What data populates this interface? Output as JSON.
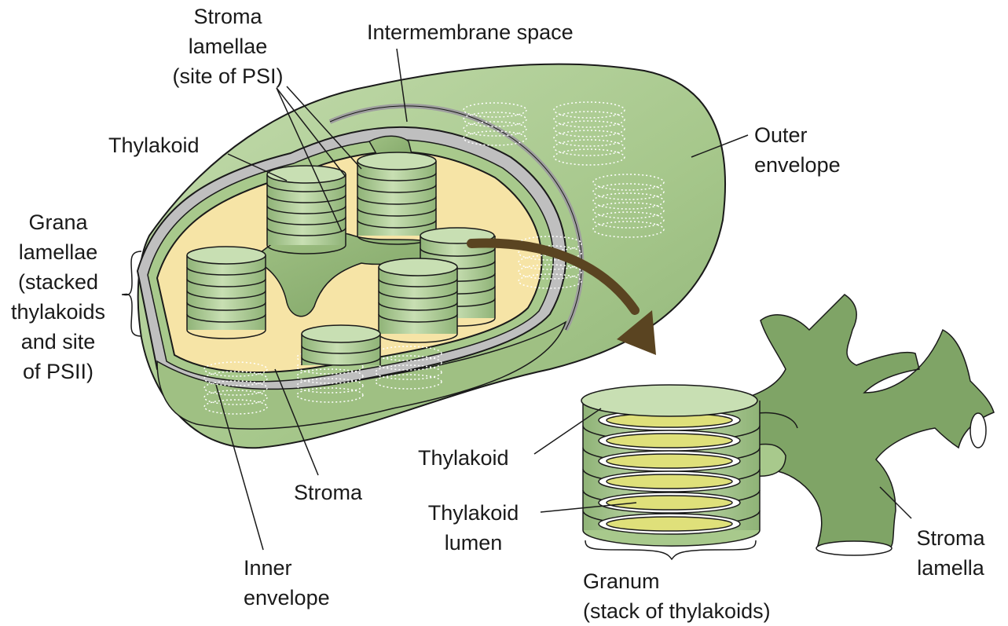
{
  "labels": {
    "stroma_lamellae": [
      "Stroma",
      "lamellae",
      "(site of PSI)"
    ],
    "intermembrane_space": "Intermembrane space",
    "thylakoid_top": "Thylakoid",
    "outer_envelope": [
      "Outer",
      "envelope"
    ],
    "grana_lamellae": [
      "Grana",
      "lamellae",
      "(stacked",
      "thylakoids",
      "and site",
      "of PSII)"
    ],
    "stroma": "Stroma",
    "inner_envelope": [
      "Inner",
      "envelope"
    ],
    "thylakoid_detail": "Thylakoid",
    "thylakoid_lumen": [
      "Thylakoid",
      "lumen"
    ],
    "granum": [
      "Granum",
      "(stack of thylakoids)"
    ],
    "stroma_lamella": [
      "Stroma",
      "lamella"
    ]
  },
  "colors": {
    "envelope_green": "#a8c98c",
    "dark_green": "#7a9e63",
    "stroma_yellow": "#f6e4a6",
    "lumen_yellow": "#dfe07a",
    "arrow_brown": "#5a4421",
    "line_black": "#1a1a1a"
  }
}
